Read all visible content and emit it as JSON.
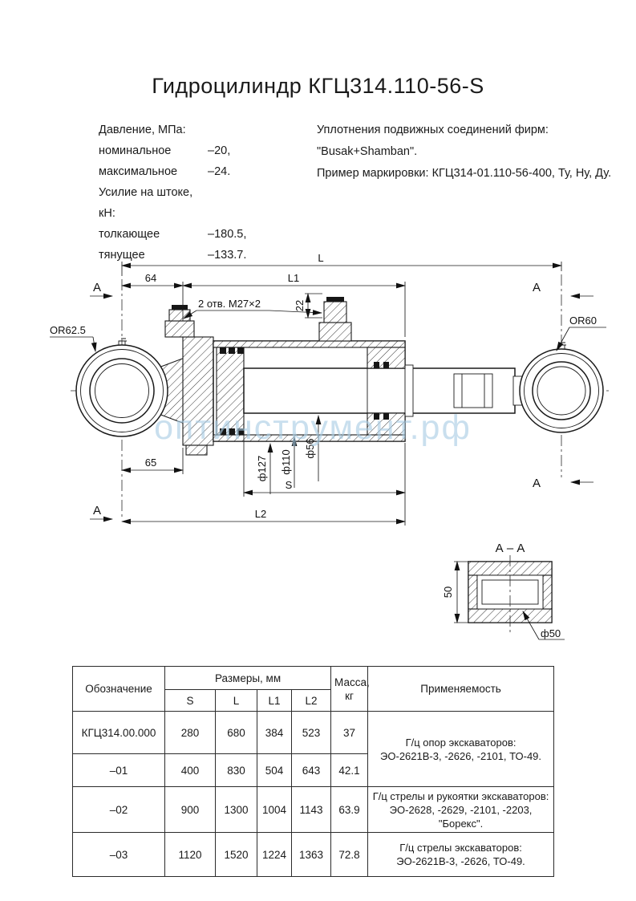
{
  "title": "Гидроцилиндр КГЦ314.110-56-S",
  "specs": {
    "rows": [
      {
        "label": "Давление, МПа:",
        "value": ""
      },
      {
        "label": "номинальное",
        "value": "–20,"
      },
      {
        "label": "максимальное",
        "value": "–24."
      },
      {
        "label": "Усилие на штоке, кН:",
        "value": ""
      },
      {
        "label": "толкающее",
        "value": "–180.5,"
      },
      {
        "label": "тянущее",
        "value": "–133.7."
      }
    ]
  },
  "notes": {
    "line1": "Уплотнения подвижных соединений фирм:",
    "line2": "\"Busak+Shamban\".",
    "line3": "Пример маркировки: КГЦ314-01.110-56-400, Ту, Ну, Ду."
  },
  "drawing": {
    "dim_L": "L",
    "dim_64": "64",
    "dim_L1": "L1",
    "dim_22": "22",
    "holes_label": "2 отв. М27×2",
    "or_left": "OR62.5",
    "or_right": "OR60",
    "section_mark": "А",
    "dim_65": "65",
    "dia_barrel": "ф127",
    "dia_bore": "ф110",
    "dia_rod": "ф56",
    "dim_S": "S",
    "dim_L2": "L2",
    "section_title": "А – А",
    "section_dim_50": "50",
    "section_dia_50": "ф50",
    "watermark": "оптинструмент.рф"
  },
  "table": {
    "header": {
      "designation": "Обозначение",
      "sizes": "Размеры, мм",
      "mass_line1": "Масса,",
      "mass_line2": "кг",
      "application": "Применяемость",
      "s": "S",
      "l": "L",
      "l1": "L1",
      "l2": "L2"
    },
    "rows": [
      {
        "designation": "КГЦ314.00.000",
        "s": "280",
        "l": "680",
        "l1": "384",
        "l2": "523",
        "mass": "37",
        "app_line1": "Г/ц опор экскаваторов:",
        "app_line2": "ЭО-2621В-3, -2626, -2101, ТО-49."
      },
      {
        "designation": "–01",
        "s": "400",
        "l": "830",
        "l1": "504",
        "l2": "643",
        "mass": "42.1",
        "app_line1": "",
        "app_line2": ""
      },
      {
        "designation": "–02",
        "s": "900",
        "l": "1300",
        "l1": "1004",
        "l2": "1143",
        "mass": "63.9",
        "app_line1": "Г/ц стрелы и рукоятки экскаваторов:",
        "app_line2": "ЭО-2628, -2629, -2101, -2203, \"Борекс\"."
      },
      {
        "designation": "–03",
        "s": "1120",
        "l": "1520",
        "l1": "1224",
        "l2": "1363",
        "mass": "72.8",
        "app_line1": "Г/ц стрелы экскаваторов:",
        "app_line2": "ЭО-2621В-3, -2626, ТО-49."
      }
    ]
  }
}
